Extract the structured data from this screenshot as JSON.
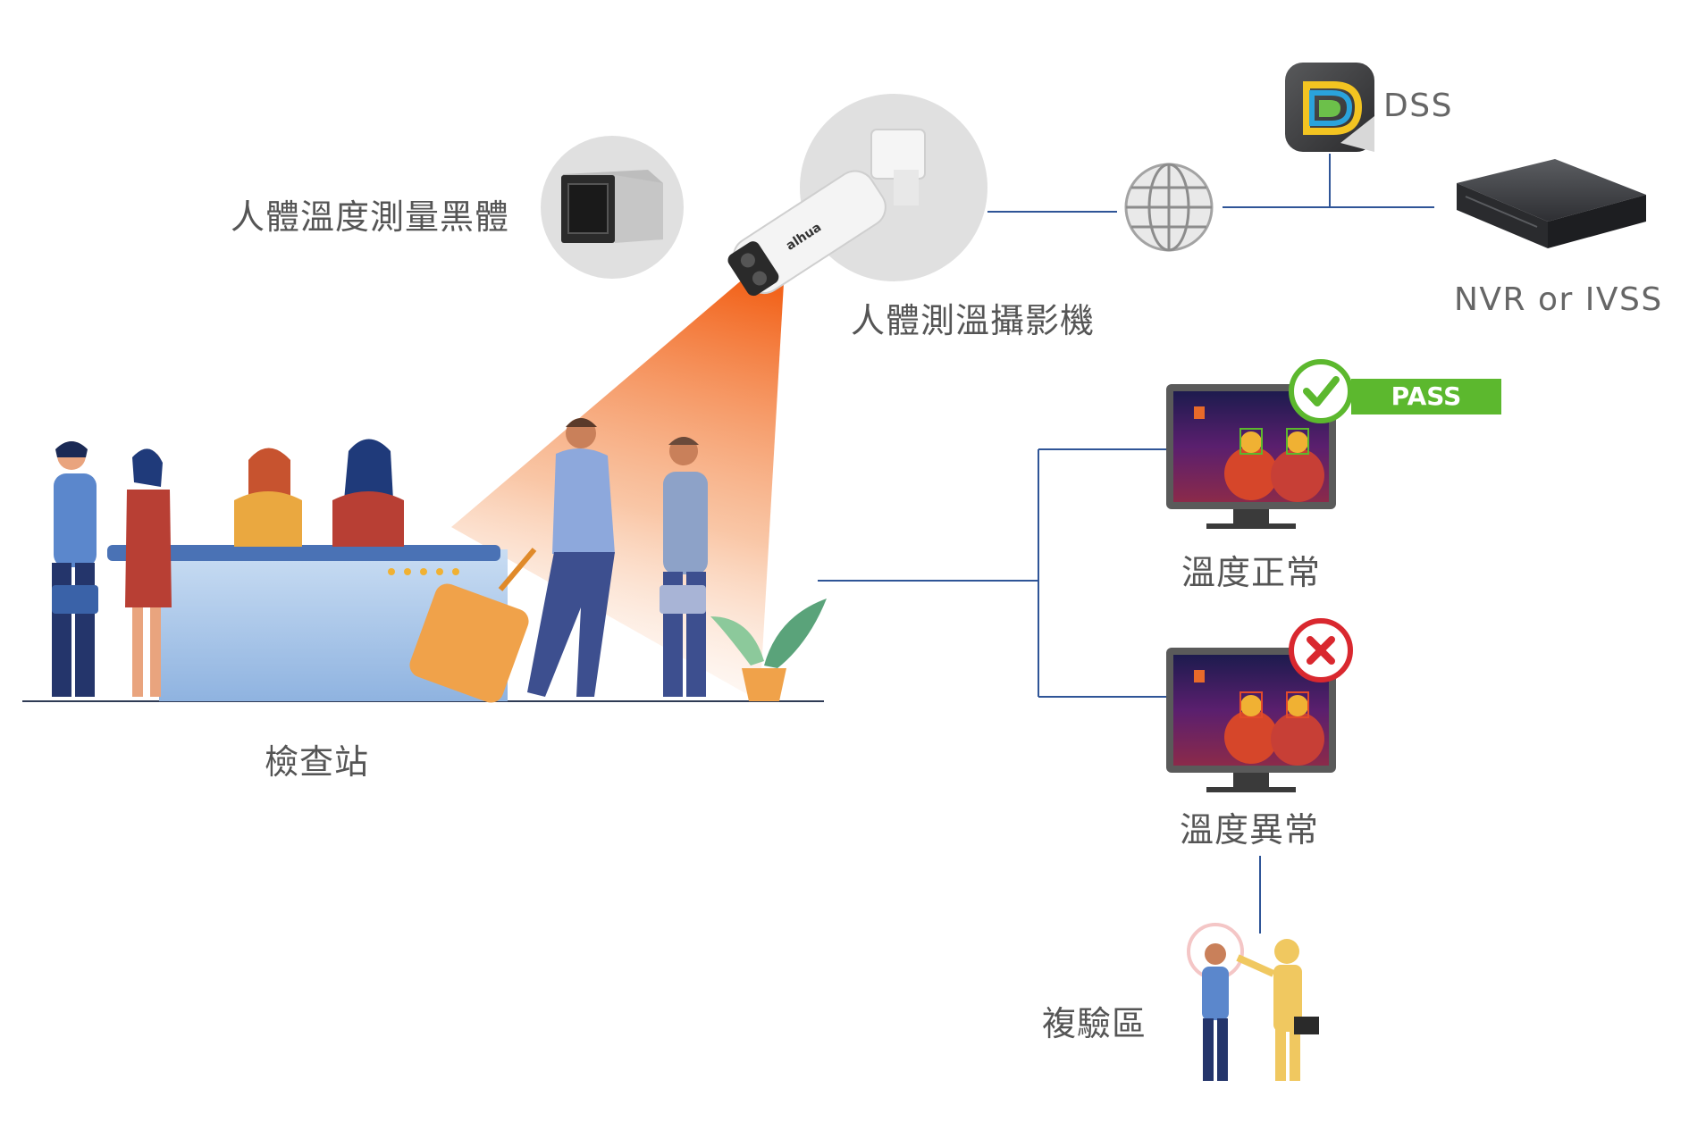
{
  "labels": {
    "blackbody": "人體溫度測量黑體",
    "camera": "人體測溫攝影機",
    "dss": "DSS",
    "nvr": "NVR or IVSS",
    "checkpoint": "檢查站",
    "normal": "溫度正常",
    "pass": "PASS",
    "abnormal": "溫度異常",
    "recheck": "複驗區",
    "camera_brand": "alhua"
  },
  "colors": {
    "line": "#2f5597",
    "pass_green": "#5cb82e",
    "fail_red": "#d9282f",
    "beam_orange": "#f06a1e",
    "desk_blue": "#6c97d3"
  },
  "icons": [
    "blackbody-device-icon",
    "thermal-camera-icon",
    "globe-network-icon",
    "dss-logo-icon",
    "nvr-device-icon",
    "monitor-icon",
    "check-badge-icon",
    "cross-badge-icon"
  ]
}
